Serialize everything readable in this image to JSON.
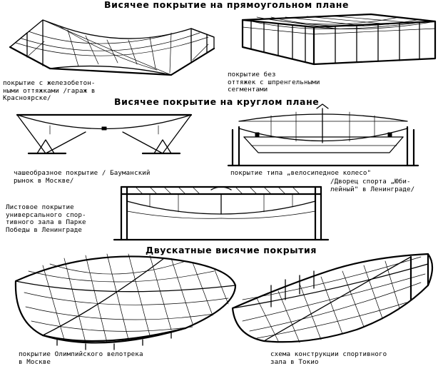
{
  "sections": {
    "rectangular_title": "Висячее покрытие на прямоугольном плане",
    "circular_title": "Висячее покрытие на круглом плане",
    "double_title": "Двускатные висячие покрытия"
  },
  "captions": {
    "garage": "покрытие с железобетон-\nными оттяжками /гараж в\nКрасноярске/",
    "no_guys": "покрытие без\nоттяжек с шпренгельными\nсегментами",
    "bowl": "чашеобразное покрытие  / Бауманский\nрынок в Москве/",
    "bicycle_wheel": "покрытие типа „велосипедное колесо\"",
    "jubilee": "/Дворец спорта „Юби-\nлейный\" в Ленинграде/",
    "sheet_roof": "Листовое покрытие\nуниверсального спор-\nтивного зала в Парке\nПобеды в Ленинграде",
    "velodrome": "покрытие Олимпийского велотрека\nв Москве",
    "tokyo": "схема конструкции спортивного\nзала в Токио"
  }
}
